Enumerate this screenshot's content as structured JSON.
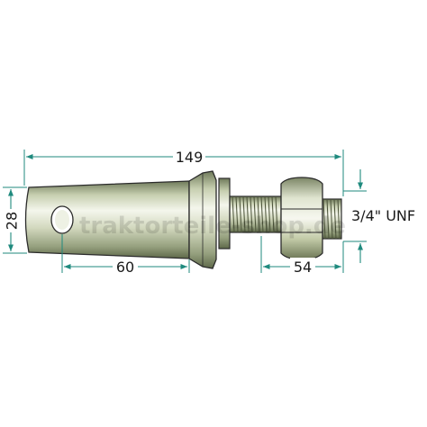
{
  "drawing": {
    "dimensions": {
      "overall_length": "149",
      "diameter": "28",
      "pin_length": "60",
      "thread_length": "54",
      "thread_spec": "3/4\" UNF"
    },
    "watermark": "traktorteile-shop.de",
    "colors": {
      "dimension_line": "#1f8a7e",
      "steel_light": "#e8ecdc",
      "steel_dark": "#8f9a78",
      "outline": "#2b2b2b"
    }
  }
}
